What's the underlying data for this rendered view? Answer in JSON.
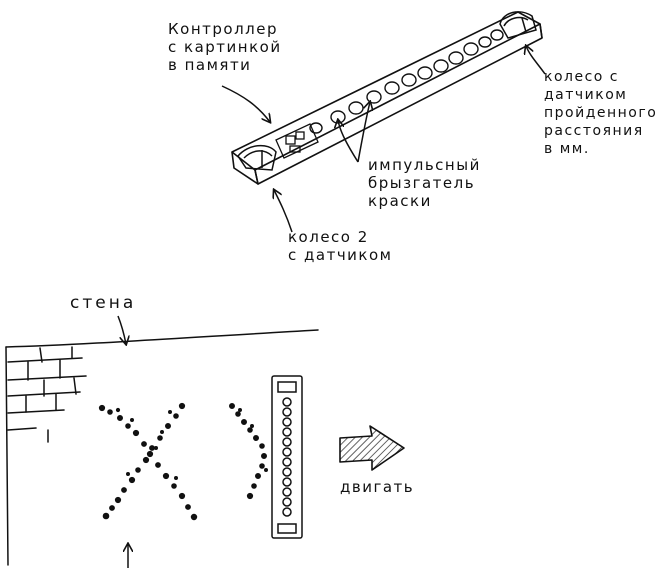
{
  "labels": {
    "controller": [
      "Контроллер",
      "с картинкой",
      "в памяти"
    ],
    "wheel1": [
      "колесо с",
      "датчиком",
      "пройденного",
      "расстояния",
      "в мм."
    ],
    "sprayer": [
      "импульсный",
      "брызгатель",
      "краски"
    ],
    "wheel2": [
      "колесо 2",
      "с датчиком"
    ],
    "wall": "стена",
    "move": "двигать"
  }
}
